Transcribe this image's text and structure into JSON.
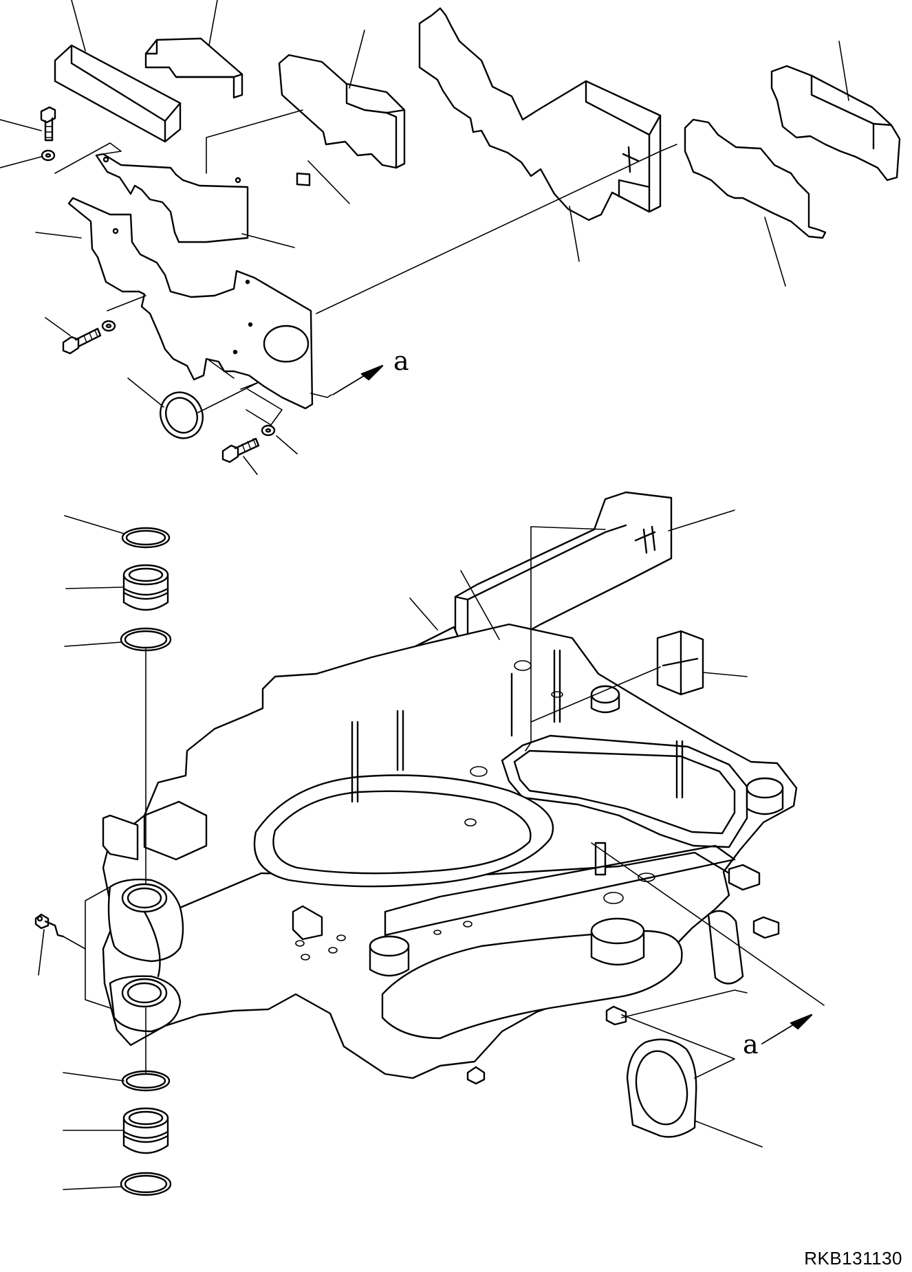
{
  "drawing": {
    "view_marker_top": "a",
    "view_marker_bottom": "a",
    "reference_code": "RKB131130"
  }
}
